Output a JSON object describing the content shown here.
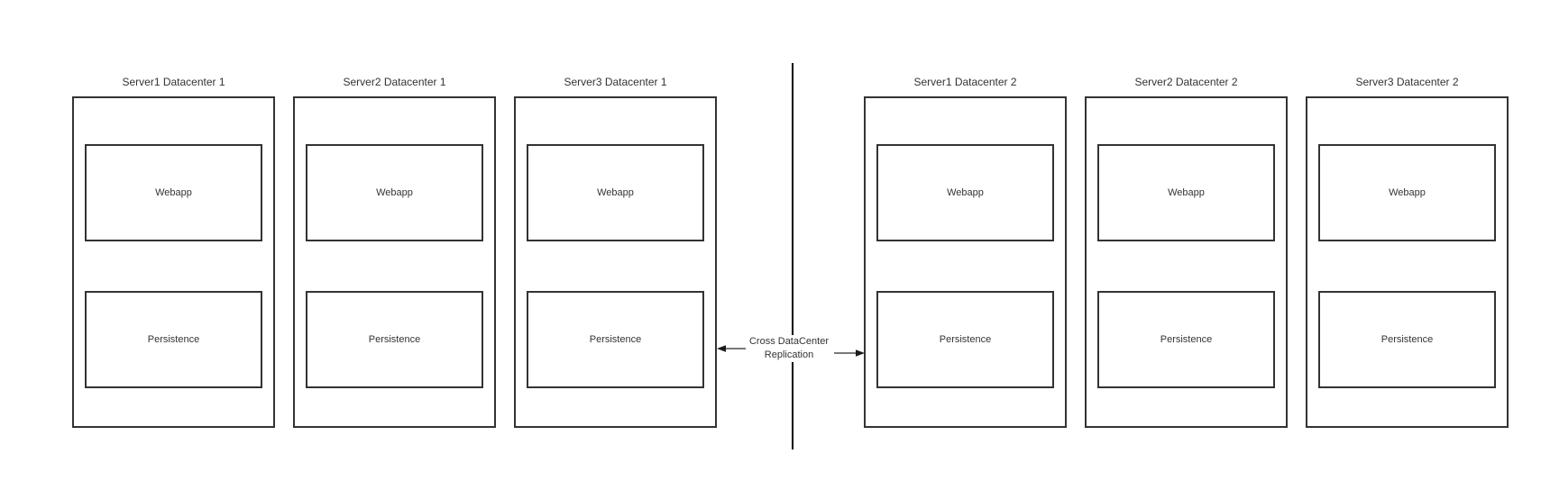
{
  "diagram": {
    "servers": [
      {
        "title": "Server1 Datacenter 1",
        "components": [
          "Webapp",
          "Persistence"
        ]
      },
      {
        "title": "Server2 Datacenter 1",
        "components": [
          "Webapp",
          "Persistence"
        ]
      },
      {
        "title": "Server3 Datacenter 1",
        "components": [
          "Webapp",
          "Persistence"
        ]
      },
      {
        "title": "Server1 Datacenter 2",
        "components": [
          "Webapp",
          "Persistence"
        ]
      },
      {
        "title": "Server2 Datacenter 2",
        "components": [
          "Webapp",
          "Persistence"
        ]
      },
      {
        "title": "Server3 Datacenter 2",
        "components": [
          "Webapp",
          "Persistence"
        ]
      }
    ],
    "replication": {
      "line1": "Cross DataCenter",
      "line2": "Replication"
    },
    "colors": {
      "box_border": "#333333",
      "text": "#333333",
      "divider": "#000000",
      "arrow_line": "#4d4d4d",
      "arrow_head": "#1a1a1a",
      "background": "#ffffff"
    }
  }
}
